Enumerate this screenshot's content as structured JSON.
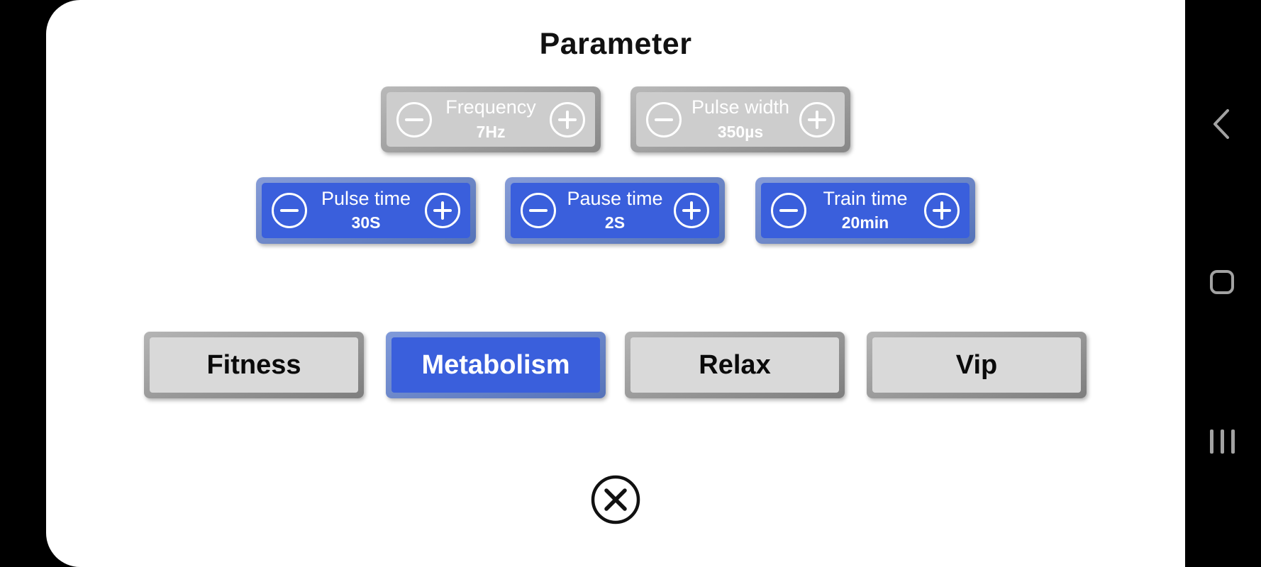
{
  "title": "Parameter",
  "param_buttons": {
    "disabled": [
      {
        "label": "Frequency",
        "value": "7Hz"
      },
      {
        "label": "Pulse width",
        "value": "350µs"
      }
    ],
    "active": [
      {
        "label": "Pulse time",
        "value": "30S"
      },
      {
        "label": "Pause time",
        "value": "2S"
      },
      {
        "label": "Train time",
        "value": "20min"
      }
    ]
  },
  "modes": [
    {
      "label": "Fitness",
      "selected": false
    },
    {
      "label": "Metabolism",
      "selected": true
    },
    {
      "label": "Relax",
      "selected": false
    },
    {
      "label": "Vip",
      "selected": false
    }
  ],
  "icons": {
    "minus": "−",
    "plus": "+",
    "close": "✕",
    "nav_back": "‹",
    "nav_home": "▢",
    "nav_recents": "|||"
  },
  "colors": {
    "accent_blue": "#3a5fdc",
    "blue_border": "#6e88c8",
    "disabled_fill": "#cdcdcd",
    "mode_gray_fill": "#d9d9d9",
    "gray_border": "#8f8f8f",
    "nav_icon_gray": "#a2a2a2",
    "screen_bg": "#ffffff",
    "frame_bg": "#000000"
  }
}
